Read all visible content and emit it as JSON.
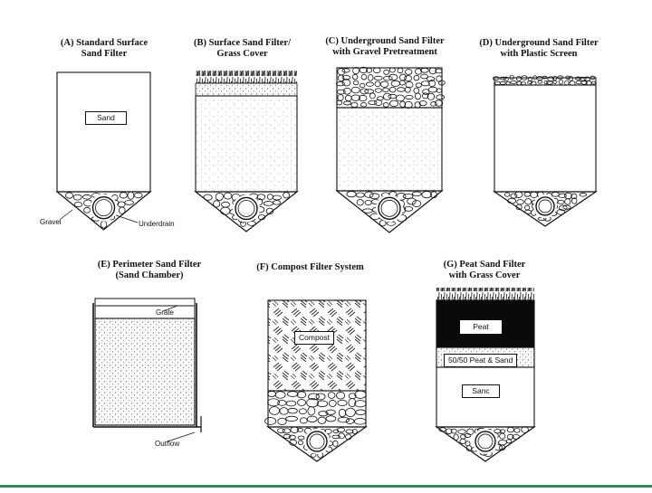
{
  "panels": {
    "a": {
      "title": "(A) Standard Surface\nSand Filter",
      "sand": "Sand",
      "gravel": "Gravel",
      "underdrain": "Underdrain"
    },
    "b": {
      "title": "(B) Surface Sand Filter/\nGrass Cover"
    },
    "c": {
      "title": "(C) Underground Sand Filter\nwith Gravel Pretreatment"
    },
    "d": {
      "title": "(D) Underground Sand Filter\nwith Plastic Screen"
    },
    "e": {
      "title": "(E) Perimeter Sand Filter\n(Sand Chamber)",
      "grate": "Grate",
      "outflow": "Outflow"
    },
    "f": {
      "title": "(F) Compost Filter System",
      "compost": "Compost"
    },
    "g": {
      "title": "(G) Peat Sand Filter\nwith Grass Cover",
      "peat": "Peat",
      "mix": "50/50 Peat & Sand",
      "sand": "Sanc"
    }
  },
  "colors": {
    "ink": "#111111",
    "accent_rule": "#2f8a63",
    "peat": "#0a0a0a"
  }
}
